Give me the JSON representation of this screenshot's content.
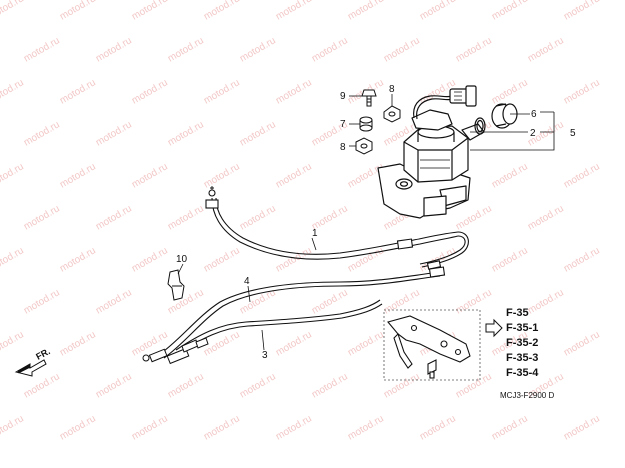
{
  "watermark": "motod.ru",
  "diagram_code": "MCJ3-F2900 D",
  "direction_label": "FR.",
  "callouts": {
    "c1": "1",
    "c2": "2",
    "c3": "3",
    "c4": "4",
    "c5": "5",
    "c6": "6",
    "c7": "7",
    "c8a": "8",
    "c8b": "8",
    "c9": "9",
    "c10": "10"
  },
  "references": [
    "F-35",
    "F-35-1",
    "F-35-2",
    "F-35-3",
    "F-35-4"
  ],
  "colors": {
    "line": "#111111",
    "watermark": "#f3c8c8"
  }
}
